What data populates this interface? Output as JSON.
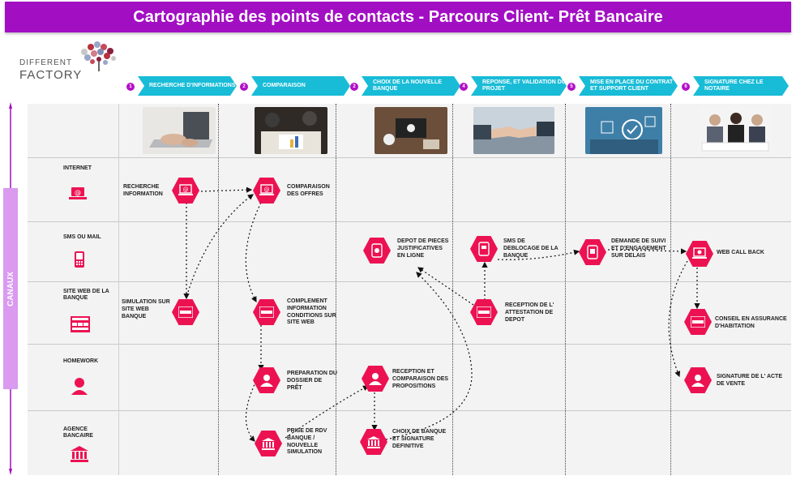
{
  "title": "Cartographie des points de contacts - Parcours Client- Prêt Bancaire",
  "logo": {
    "line1": "DIFFERENT",
    "line2": "FACTORY"
  },
  "steps": [
    {
      "num": "1",
      "label": "RECHERCHE D'INFORMATIONS"
    },
    {
      "num": "2",
      "label": "COMPARAISON"
    },
    {
      "num": "2",
      "label": "CHOIX DE LA NOUVELLE BANQUE"
    },
    {
      "num": "4",
      "label": "REPONSE, ET VALIDATION DU PROJET"
    },
    {
      "num": "5",
      "label": "MISE EN PLACE DU CONTRAT ET SUPPORT CLIENT"
    },
    {
      "num": "6",
      "label": "SIGNATURE CHEZ LE NOTAIRE"
    }
  ],
  "axis_label": "CANAUX",
  "channels": [
    {
      "label": "INTERNET",
      "icon": "laptop-icon"
    },
    {
      "label": "SMS OU MAIL",
      "icon": "phone-icon"
    },
    {
      "label": "SITE WEB DE LA BANQUE",
      "icon": "website-icon"
    },
    {
      "label": "HOMEWORK",
      "icon": "person-icon"
    },
    {
      "label": "AGENCE BANCAIRE",
      "icon": "bank-icon"
    }
  ],
  "nodes": {
    "recherche_info": "RECHERCHE INFORMATION",
    "comparaison_offres": "COMPARAISON DES OFFRES",
    "depot_pieces": "DEPOT DE PIECES JUSTIFICATIVES EN LIGNE",
    "sms_deblocage": "SMS DE DEBLOCAGE DE LA BANQUE",
    "demande_suivi": "DEMANDE  DE SUIVI ET D'ENGAGEMENT SUR DELAIS",
    "web_call_back": "WEB CALL BACK",
    "simulation": "SIMULATION SUR SITE WEB BANQUE",
    "complement": "COMPLEMENT INFORMATION CONDITIONS SUR SITE WEB",
    "reception_attestation": "RECEPTION DE L' ATTESTATION DE DEPOT",
    "conseil_assurance": "CONSEIL EN ASSURANCE D'HABITATION",
    "preparation": "PREPARATION DU DOSSIER DE PRÊT",
    "reception_comparaison": "RECEPTION ET COMPARAISON DES PROPOSITIONS",
    "signature_acte": "SIGNATURE DE L' ACTE DE VENTE",
    "prise_rdv": "PRISE DE RDV BANQUE / NOUVELLE SIMULATION",
    "choix_banque": "CHOIX DE BANQUE ET SIGNATURE DEFINITIVE"
  },
  "colors": {
    "title_bg": "#a20fc3",
    "step_arrow": "#19bcd7",
    "node": "#ec1252",
    "canaux": "#d99af0"
  }
}
